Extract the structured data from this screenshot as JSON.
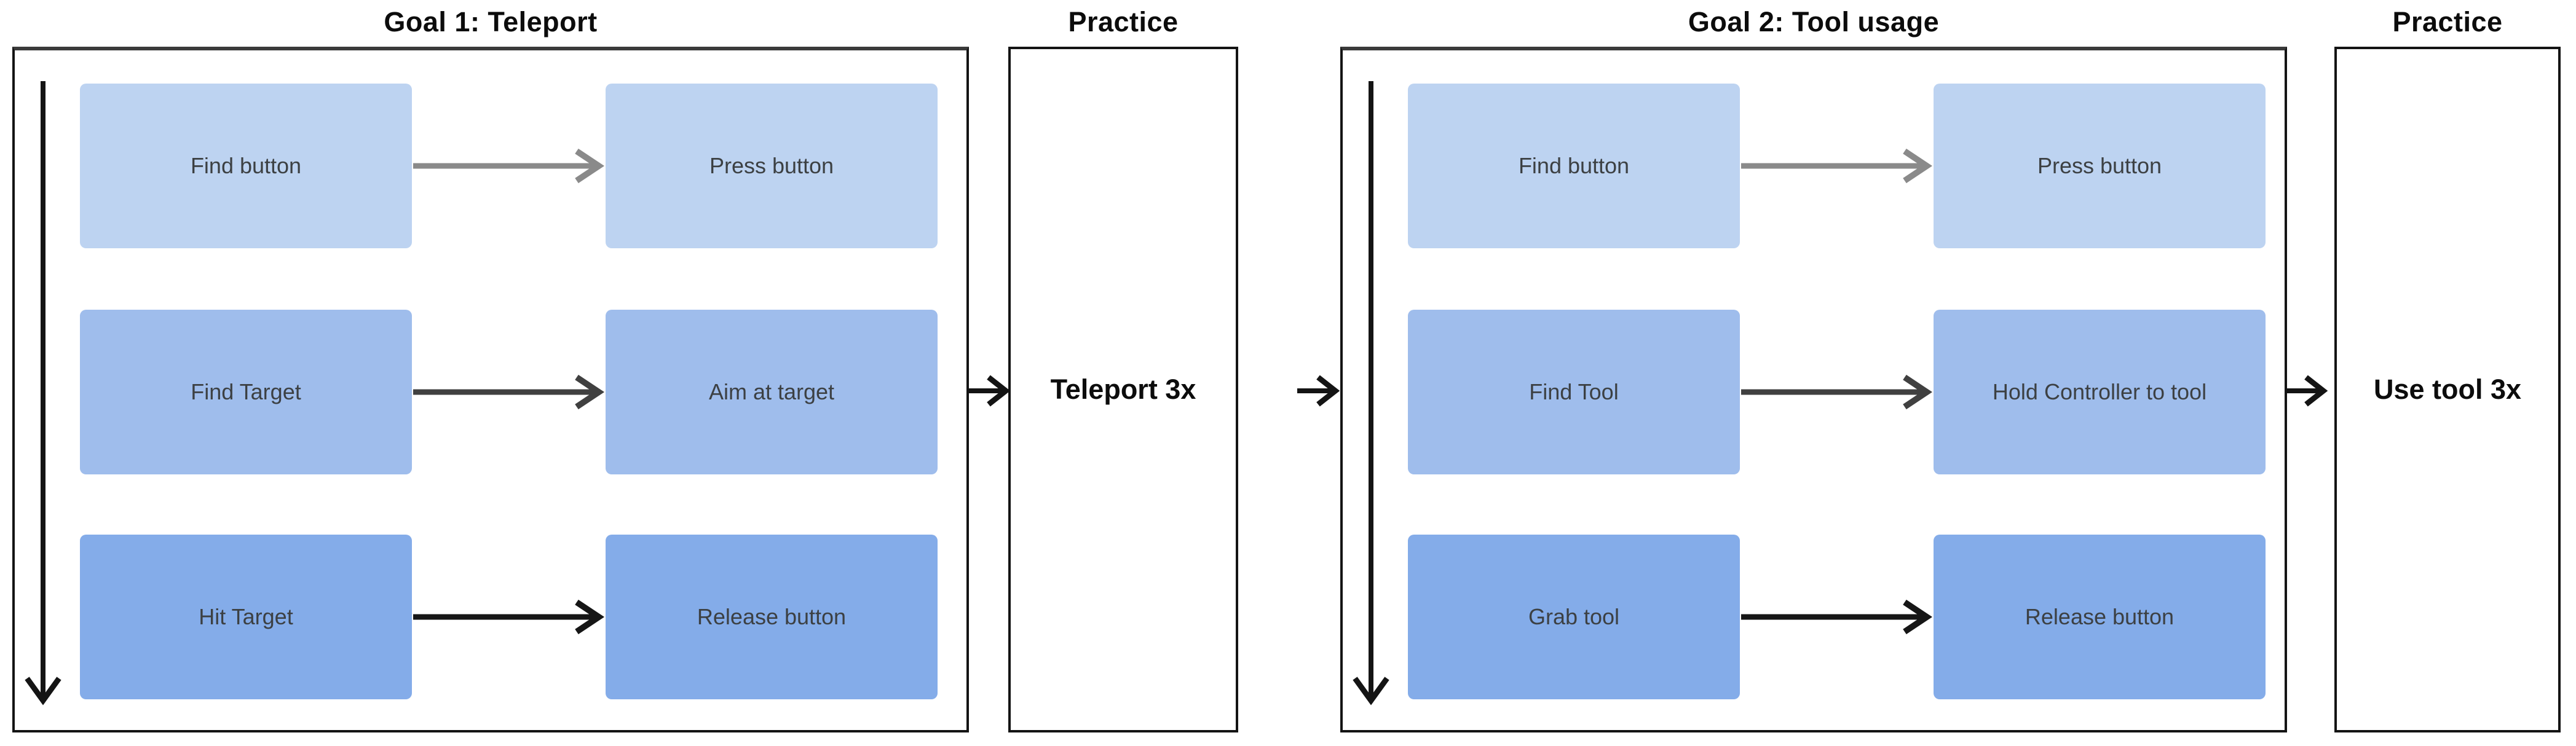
{
  "goals": [
    {
      "title": "Goal 1: Teleport",
      "rows": [
        {
          "left": "Find button",
          "right": "Press button"
        },
        {
          "left": "Find Target",
          "right": "Aim at target"
        },
        {
          "left": "Hit Target",
          "right": "Release button"
        }
      ],
      "practice": {
        "title": "Practice",
        "label": "Teleport 3x"
      }
    },
    {
      "title": "Goal 2: Tool usage",
      "rows": [
        {
          "left": "Find button",
          "right": "Press button"
        },
        {
          "left": "Find Tool",
          "right": "Hold Controller to tool"
        },
        {
          "left": "Grab tool",
          "right": "Release button"
        }
      ],
      "practice": {
        "title": "Practice",
        "label": "Use tool 3x"
      }
    }
  ],
  "colors": {
    "row1_fill": "#bdd3f1",
    "row2_fill": "#9fbdec",
    "row3_fill": "#84ace9",
    "row1_arrow": "#8a8a8a",
    "row2_arrow": "#404040",
    "row3_arrow": "#161616",
    "step_text": "#3c4043",
    "line_color": "#141414"
  }
}
